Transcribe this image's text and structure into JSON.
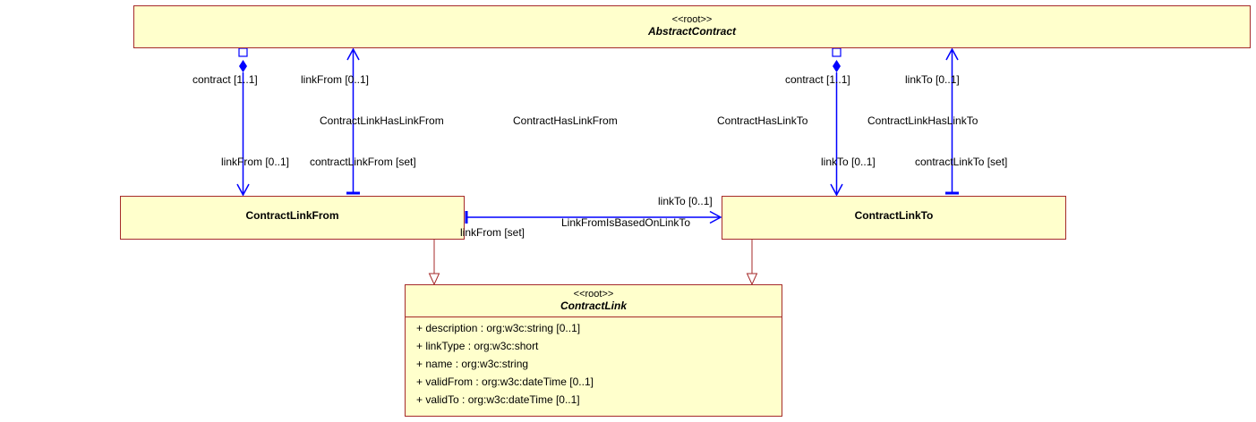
{
  "classes": {
    "abstract_contract": {
      "stereotype": "<<root>>",
      "name": "AbstractContract"
    },
    "contract_link_from": {
      "name": "ContractLinkFrom"
    },
    "contract_link_to": {
      "name": "ContractLinkTo"
    },
    "contract_link": {
      "stereotype": "<<root>>",
      "name": "ContractLink",
      "attributes": [
        "+ description : org:w3c:string [0..1]",
        "+ linkType : org:w3c:short",
        "+ name : org:w3c:string",
        "+ validFrom : org:w3c:dateTime [0..1]",
        "+ validTo : org:w3c:dateTime [0..1]"
      ]
    }
  },
  "associations": {
    "contract_has_link_from": {
      "name": "ContractHasLinkFrom",
      "source_role": "contract [1..1]",
      "target_role": "linkFrom [0..1]"
    },
    "contract_link_has_link_from": {
      "name": "ContractLinkHasLinkFrom",
      "source_role": "linkFrom [0..1]",
      "target_role": "contractLinkFrom [set]"
    },
    "contract_has_link_to": {
      "name": "ContractHasLinkTo",
      "source_role": "contract [1..1]",
      "target_role": "linkTo [0..1]"
    },
    "contract_link_has_link_to": {
      "name": "ContractLinkHasLinkTo",
      "source_role": "linkTo [0..1]",
      "target_role": "contractLinkTo [set]"
    },
    "link_from_is_based_on_link_to": {
      "name": "LinkFromIsBasedOnLinkTo",
      "source_role": "linkFrom [set]",
      "target_role": "linkTo [0..1]"
    }
  },
  "colors": {
    "class_fill": "#ffffcc",
    "class_border": "#a52a2a",
    "association": "#0000ff",
    "generalization": "#a52a2a"
  }
}
